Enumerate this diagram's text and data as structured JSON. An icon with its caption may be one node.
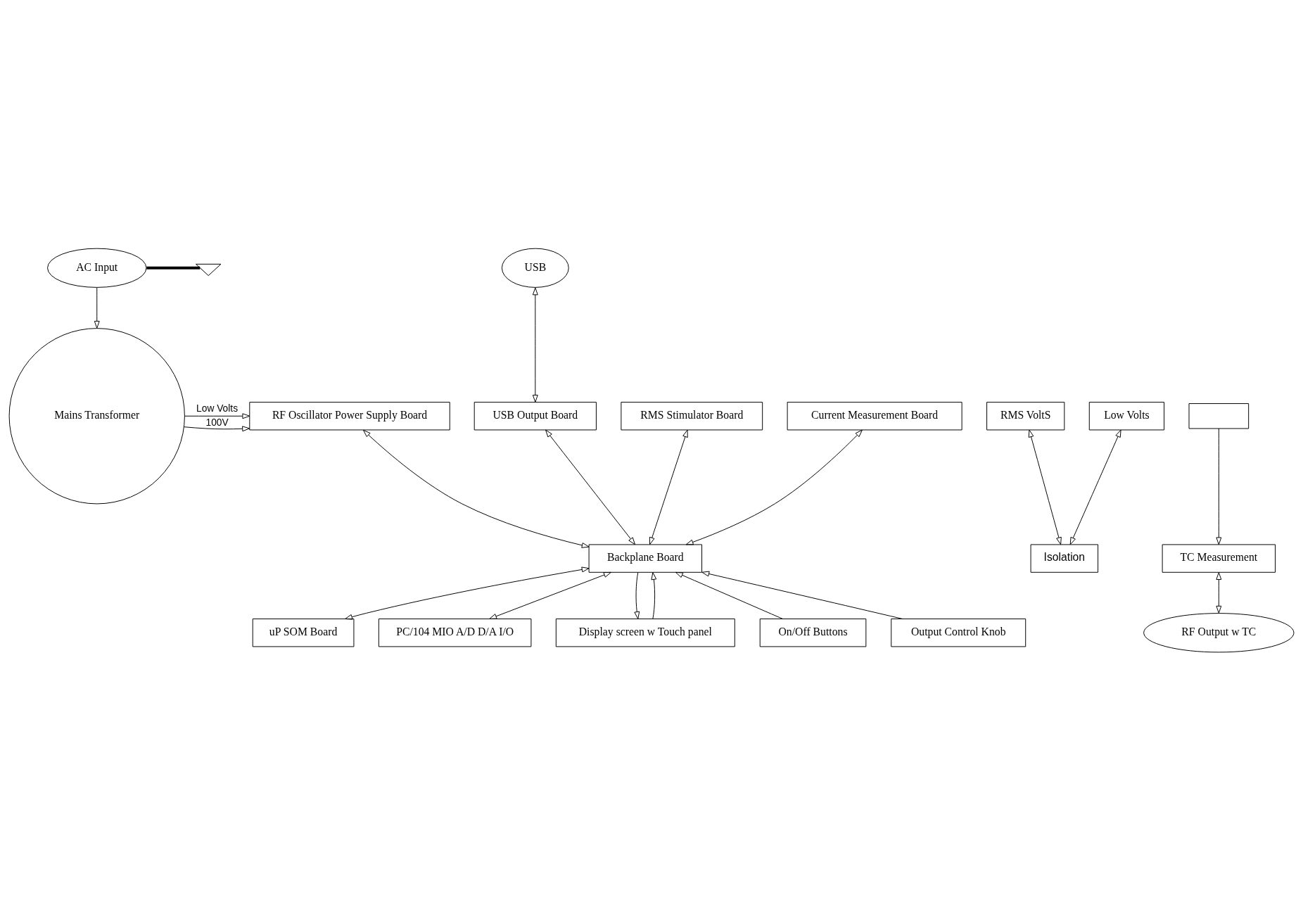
{
  "diagram": {
    "nodes": [
      {
        "text": [
          "AC Input"
        ]
      },
      {
        "text": [
          "USB"
        ]
      },
      {
        "text": [
          "RF Oscillator Power Supply Board"
        ]
      },
      {
        "text": [
          "Mains Transformer"
        ]
      },
      {
        "text": [
          "USB Output Board"
        ]
      },
      {
        "text": [
          "RMS Stimulator Board"
        ]
      },
      {
        "text": [
          "Current Measurement Board"
        ]
      },
      {
        "text": [
          "RMS VoltS"
        ]
      },
      {
        "text": [
          "Low Volts"
        ]
      },
      {
        "text": [],
        "shape": "box"
      },
      {
        "text": [
          "TC Measurement"
        ]
      },
      {
        "text": [
          "Backplane Board"
        ]
      },
      {
        "text": [
          "Isolation"
        ]
      },
      {
        "text": [
          "RF Output w TC"
        ]
      },
      {
        "text": [
          "uP SOM Board"
        ]
      },
      {
        "text": [
          "PC/104 MIO A/D D/A I/O"
        ]
      },
      {
        "text": [
          "Display screen w Touch panel"
        ]
      },
      {
        "text": [
          "On/Off Buttons"
        ]
      },
      {
        "text": [
          "Output Control Knob"
        ]
      },
      {
        "text": [],
        "shape": "ground"
      }
    ],
    "edges": [
      {
        "from": 0,
        "to": 3,
        "arrow": "to"
      },
      {
        "from": 0,
        "to": 19,
        "arrow": "none",
        "style": "thick"
      },
      {
        "from": 1,
        "to": 4,
        "arrow": "both"
      },
      {
        "from": 3,
        "to": 2,
        "arrow": "to",
        "label": "100V"
      },
      {
        "from": 3,
        "to": 2,
        "arrow": "to",
        "label": "Low Volts"
      },
      {
        "from": 9,
        "to": 10,
        "arrow": "to"
      },
      {
        "from": 2,
        "to": 11,
        "arrow": "both"
      },
      {
        "from": 4,
        "to": 11,
        "arrow": "both"
      },
      {
        "from": 5,
        "to": 11,
        "arrow": "both"
      },
      {
        "from": 7,
        "to": 12,
        "arrow": "both"
      },
      {
        "from": 8,
        "to": 12,
        "arrow": "both"
      },
      {
        "from": 6,
        "to": 11,
        "arrow": "both"
      },
      {
        "from": 10,
        "to": 13,
        "arrow": "both"
      },
      {
        "from": 11,
        "to": 14,
        "arrow": "both"
      },
      {
        "from": 11,
        "to": 15,
        "arrow": "both"
      },
      {
        "from": 16,
        "to": 11,
        "arrow": "to"
      },
      {
        "from": 11,
        "to": 16,
        "arrow": "to"
      },
      {
        "from": 17,
        "to": 11,
        "arrow": "to"
      },
      {
        "from": 18,
        "to": 11,
        "arrow": "to"
      }
    ]
  }
}
